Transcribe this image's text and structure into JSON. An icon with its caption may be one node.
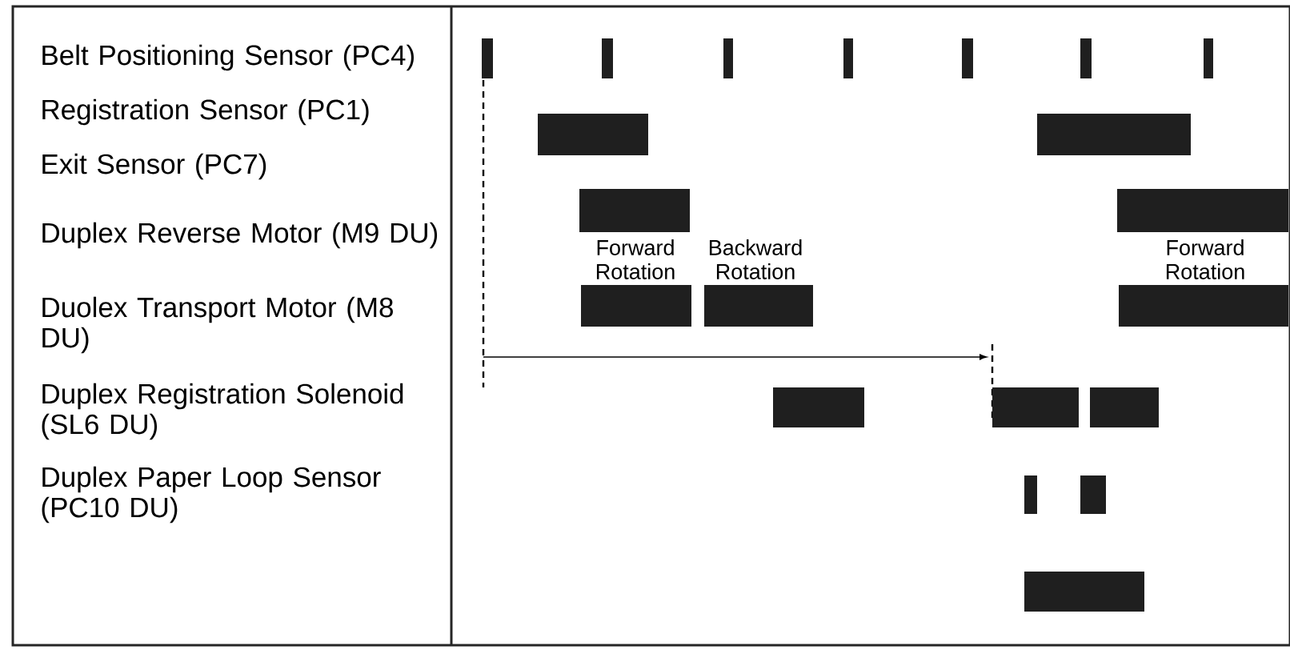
{
  "diagram": {
    "labels": [
      "Belt Positioning Sensor (PC4)",
      "Registration Sensor (PC1)",
      "Exit Sensor (PC7)",
      "Duplex Reverse Motor (M9 DU)",
      "Duolex Transport Motor (M8 DU)",
      "Duplex Registration Solenoid (SL6 DU)",
      "Duplex Paper Loop Sensor (PC10 DU)",
      "Forward Rotation",
      "Backward Rotation",
      "Forward Rotation"
    ]
  }
}
